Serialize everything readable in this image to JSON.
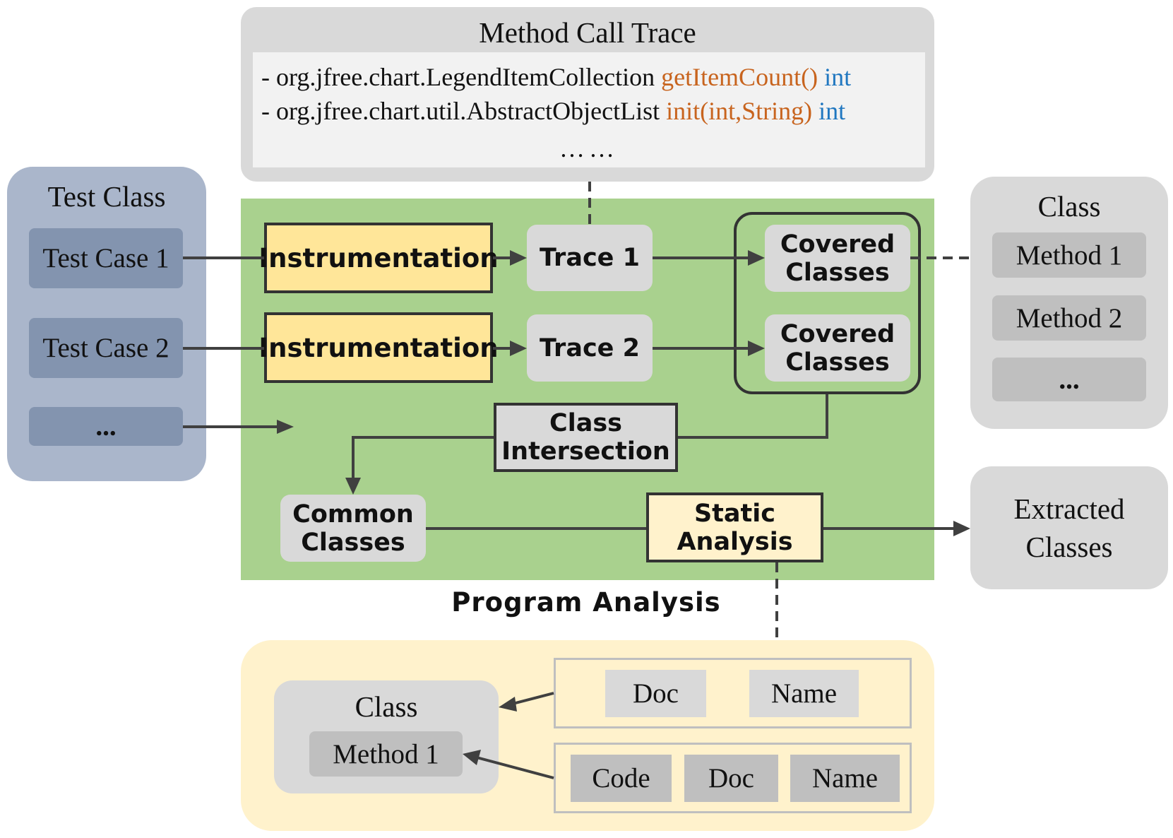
{
  "method_call_trace": {
    "title": "Method Call Trace",
    "lines": [
      {
        "prefix": "- org.jfree.chart.LegendItemCollection ",
        "method": "getItemCount()",
        "type": " int"
      },
      {
        "prefix": "- org.jfree.chart.util.AbstractObjectList ",
        "method": "init(int,String)",
        "type": " int"
      }
    ],
    "ellipsis": "……"
  },
  "test_class": {
    "title": "Test Class",
    "cases": [
      "Test Case 1",
      "Test Case 2",
      "..."
    ]
  },
  "program_analysis": {
    "label": "Program Analysis",
    "instrumentation": "Instrumentation",
    "traces": [
      "Trace 1",
      "Trace 2"
    ],
    "covered_line1": "Covered",
    "covered_line2": "Classes",
    "intersection_line1": "Class",
    "intersection_line2": "Intersection",
    "common_line1": "Common",
    "common_line2": "Classes",
    "static_line1": "Static",
    "static_line2": "Analysis"
  },
  "class_panel": {
    "title": "Class",
    "methods": [
      "Method 1",
      "Method 2",
      "..."
    ]
  },
  "extracted": {
    "line1": "Extracted",
    "line2": "Classes"
  },
  "bottom": {
    "class_title": "Class",
    "method": "Method 1",
    "row1": [
      "Doc",
      "Name"
    ],
    "row2": [
      "Code",
      "Doc",
      "Name"
    ]
  },
  "colors": {
    "green_panel": "#a9d18e",
    "instrumentation_fill": "#ffe699",
    "test_panel": "#aab6cb",
    "method_orange": "#c8641e",
    "type_blue": "#2077c0"
  }
}
